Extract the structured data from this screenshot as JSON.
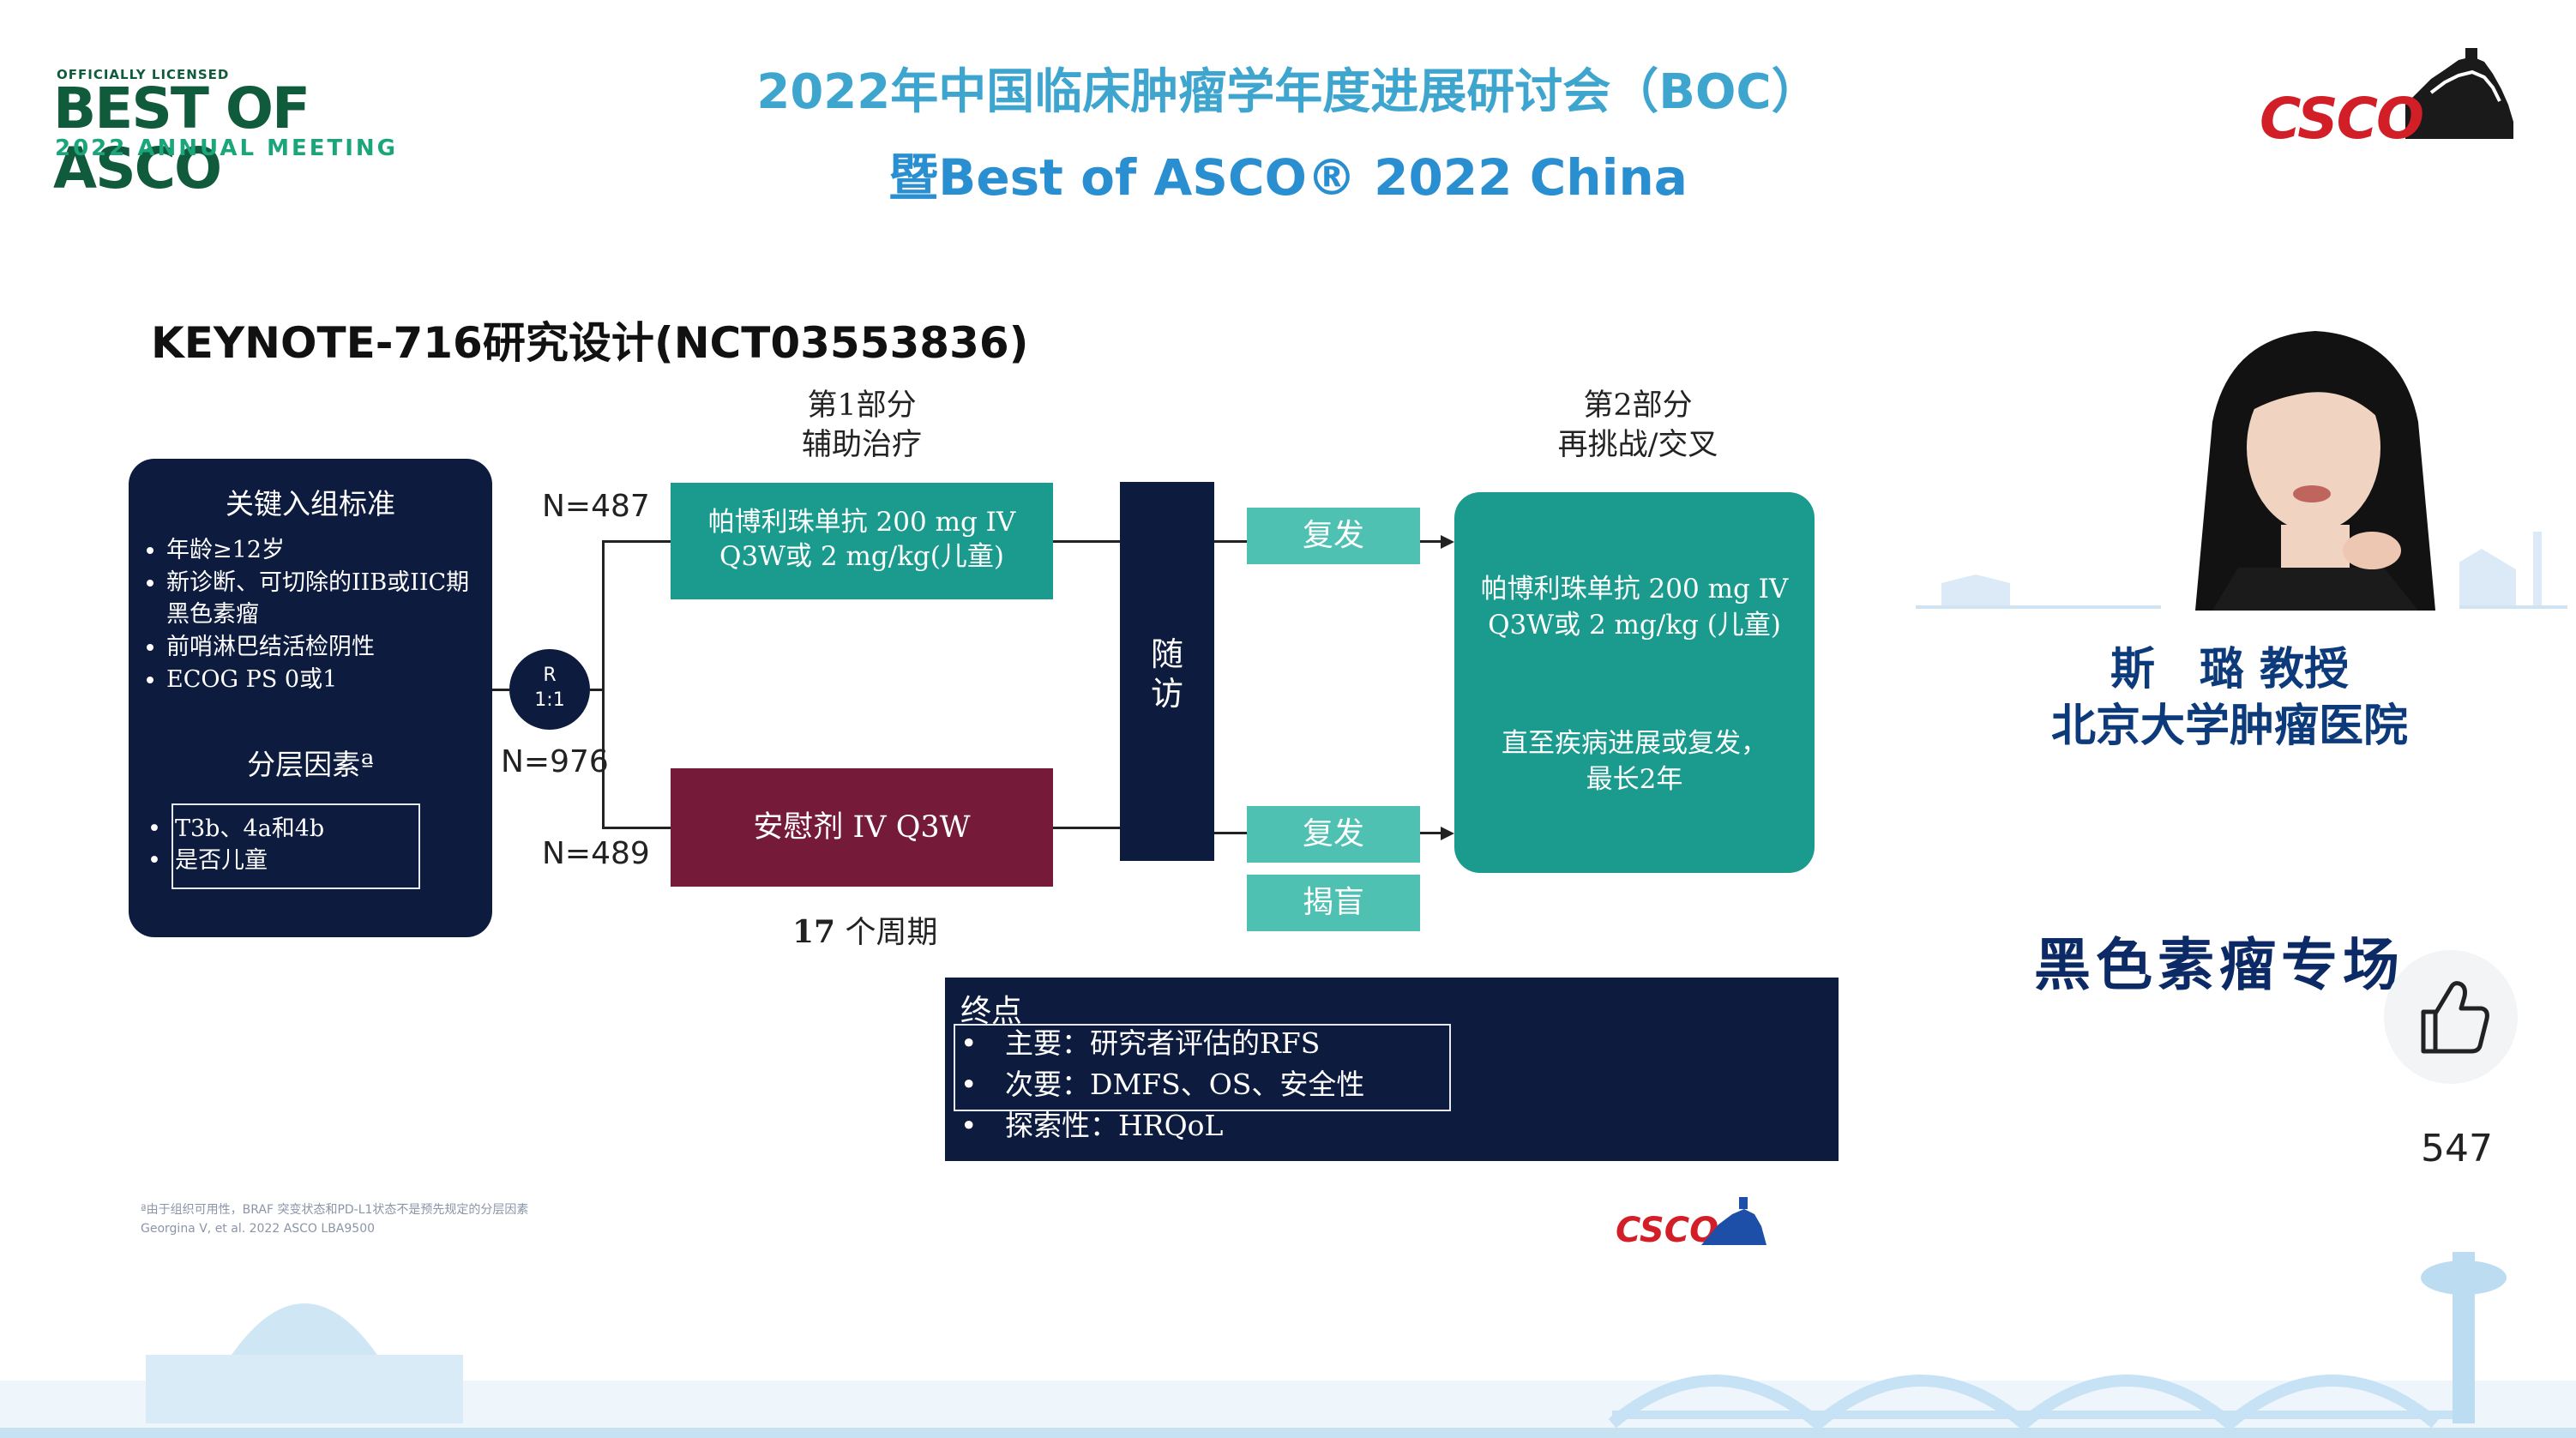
{
  "header": {
    "asco_logo": {
      "line1": "OFFICIALLY LICENSED",
      "line2a": "BEST OF ",
      "line2b": "ASCO",
      "line3": "2022 ANNUAL MEETING"
    },
    "title_line1": "2022年中国临床肿瘤学年度进展研讨会（BOC）",
    "title_line2": "暨Best of ASCO® 2022 China",
    "csco_logo_text": "CSCO"
  },
  "slide": {
    "title": "KEYNOTE-716研究设计(NCT03553836)",
    "part1": {
      "line1": "第1部分",
      "line2": "辅助治疗"
    },
    "part2": {
      "line1": "第2部分",
      "line2": "再挑战/交叉"
    },
    "criteria": {
      "heading": "关键入组标准",
      "items": [
        "年龄≥12岁",
        "新诊断、可切除的IIB或IIC期黑色素瘤",
        "前哨淋巴结活检阴性",
        "ECOG PS 0或1"
      ],
      "strat_heading": "分层因素ª",
      "strat_items": [
        "T3b、4a和4b",
        "是否儿童"
      ]
    },
    "randomization": {
      "line1": "R",
      "line2": "1:1"
    },
    "n_total": "N=976",
    "n_arm1": "N=487",
    "n_arm2": "N=489",
    "arm1": {
      "line1": "帕博利珠单抗 200 mg IV",
      "line2": "Q3W或 2 mg/kg(儿童)"
    },
    "arm2": "安慰剂 IV Q3W",
    "cycles": {
      "num": "17",
      "text": " 个周期"
    },
    "follow_up": {
      "c1": "随",
      "c2": "访"
    },
    "relapse_label": "复发",
    "unblind_label": "揭盲",
    "part2_box": {
      "line1": "帕博利珠单抗 200 mg IV",
      "line2": "Q3W或 2 mg/kg (儿童)",
      "line3": "直至疾病进展或复发，",
      "line4": "最长2年"
    },
    "endpoints": {
      "heading": "终点",
      "items": [
        "主要：研究者评估的RFS",
        "次要：DMFS、OS、安全性",
        "探索性：HRQoL"
      ]
    },
    "footnote": {
      "line1": "ª由于组织可用性，BRAF 突变状态和PD-L1状态不是预先规定的分层因素",
      "line2": "Georgina V, et al. 2022 ASCO LBA9500"
    },
    "csco_small": "CSCO"
  },
  "speaker": {
    "name": "斯　璐 教授",
    "org": "北京大学肿瘤医院",
    "session": "黑色素瘤专场"
  },
  "like_count": "547",
  "colors": {
    "navy": "#0d1b3e",
    "teal": "#1a9b8e",
    "light_teal": "#4fc1b3",
    "maroon": "#761a3a",
    "title_blue": "#2a8fd0",
    "csco_red": "#d21e27"
  }
}
